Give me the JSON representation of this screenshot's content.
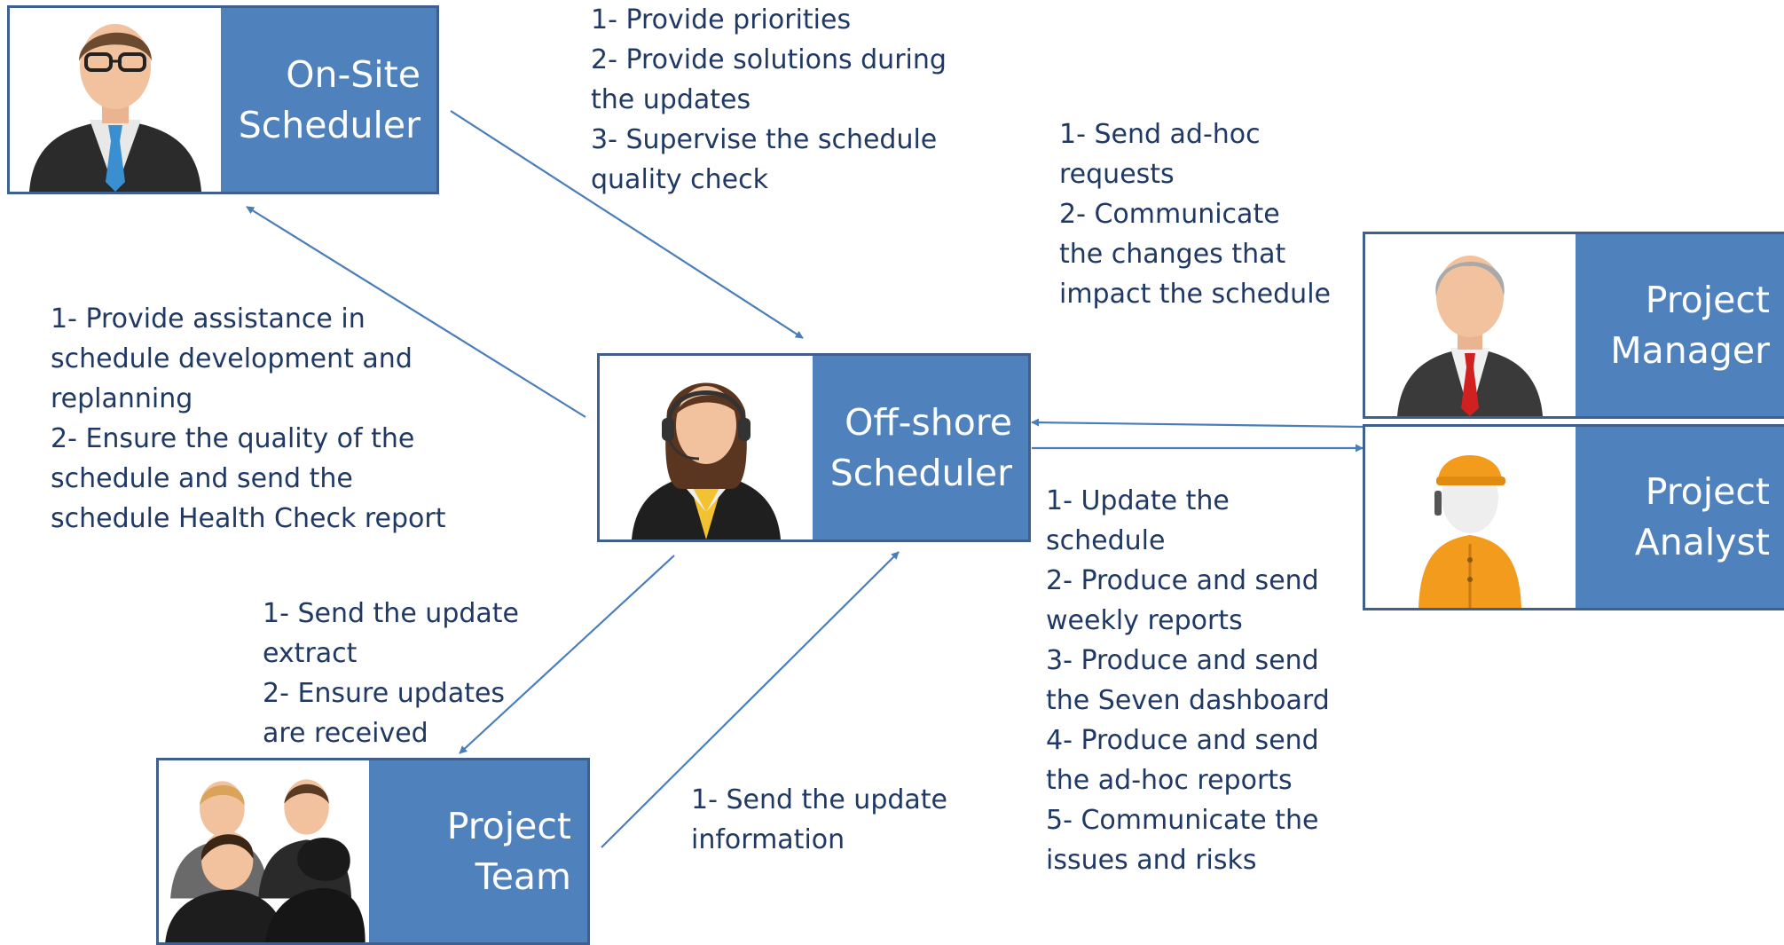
{
  "colors": {
    "card_fill": "#4f81bd",
    "card_border": "#3f5f8e",
    "label_text": "#ffffff",
    "note_text": "#1f3864",
    "arrow": "#4a7ebb"
  },
  "actors": {
    "onsite": {
      "line1": "On-Site",
      "line2": "Scheduler",
      "icon": "man-glasses-tie-icon"
    },
    "offshore": {
      "line1": "Off-shore",
      "line2": "Scheduler",
      "icon": "woman-headset-icon"
    },
    "manager": {
      "line1": "Project",
      "line2": "Manager",
      "icon": "gray-haired-man-red-tie-icon"
    },
    "analyst": {
      "line1": "Project",
      "line2": "Analyst",
      "icon": "worker-orange-cap-icon"
    },
    "team": {
      "line1": "Project",
      "line2": "Team",
      "icon": "people-group-icon"
    }
  },
  "notes": {
    "onsite_to_offshore": [
      "1- Provide priorities",
      "2- Provide solutions during",
      "the updates",
      "3- Supervise the schedule",
      "quality check"
    ],
    "offshore_to_onsite": [
      "1- Provide assistance in",
      "schedule development and",
      "replanning",
      "2- Ensure the quality of the",
      "schedule and send the",
      "schedule Health Check report"
    ],
    "manager_to_offshore": [
      "1- Send ad-hoc",
      "requests",
      "2- Communicate",
      "the changes that",
      "impact the schedule"
    ],
    "offshore_to_manager": [
      "1- Update the",
      "schedule",
      "2- Produce and send",
      "weekly reports",
      "3- Produce and send",
      "the Seven dashboard",
      "4- Produce and send",
      "the ad-hoc reports",
      "5- Communicate the",
      "issues and risks"
    ],
    "offshore_to_team": [
      "1- Send the update",
      "extract",
      "2- Ensure updates",
      "are received"
    ],
    "team_to_offshore": [
      "1- Send the update",
      "information"
    ]
  }
}
